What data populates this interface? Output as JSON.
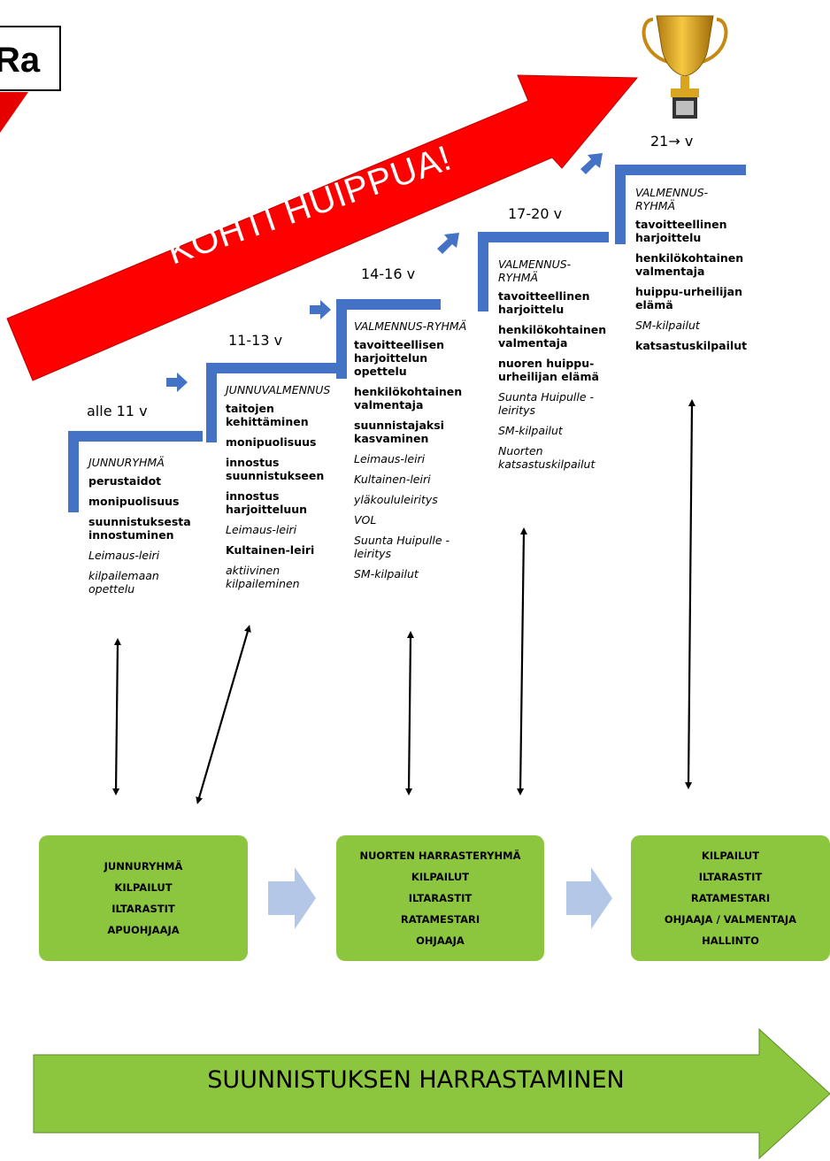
{
  "logo": {
    "text": "Ra"
  },
  "banner": {
    "text": "KOHTI HUIPPUA!"
  },
  "steps": [
    {
      "age": "alle 11 v",
      "items": [
        {
          "t": "JUNNURYHMÄ",
          "s": "hd"
        },
        {
          "t": "perustaidot",
          "s": "b"
        },
        {
          "t": "monipuolisuus",
          "s": "b"
        },
        {
          "t": "suunnistuksesta innostuminen",
          "s": "b"
        },
        {
          "t": "Leimaus-leiri",
          "s": "i"
        },
        {
          "t": "kilpailemaan opettelu",
          "s": "i"
        }
      ]
    },
    {
      "age": "11-13 v",
      "items": [
        {
          "t": "JUNNUVALMENNUS",
          "s": "hd"
        },
        {
          "t": "taitojen kehittäminen",
          "s": "b"
        },
        {
          "t": "monipuolisuus",
          "s": "b"
        },
        {
          "t": "innostus suunnistukseen",
          "s": "b"
        },
        {
          "t": "innostus harjoitteluun",
          "s": "b"
        },
        {
          "t": "Leimaus-leiri",
          "s": "i"
        },
        {
          "t": "Kultainen-leiri",
          "s": "b"
        },
        {
          "t": "aktiivinen kilpaileminen",
          "s": "i"
        }
      ]
    },
    {
      "age": "14-16 v",
      "items": [
        {
          "t": "VALMENNUS-RYHMÄ",
          "s": "hd"
        },
        {
          "t": "tavoitteellisen harjoittelun opettelu",
          "s": "b"
        },
        {
          "t": "henkilökohtainen valmentaja",
          "s": "b"
        },
        {
          "t": "suunnistajaksi kasvaminen",
          "s": "b"
        },
        {
          "t": "Leimaus-leiri",
          "s": "i"
        },
        {
          "t": "Kultainen-leiri",
          "s": "i"
        },
        {
          "t": "yläkoululeiritys",
          "s": "i"
        },
        {
          "t": "VOL",
          "s": "i"
        },
        {
          "t": "Suunta Huipulle -leiritys",
          "s": "i"
        },
        {
          "t": "SM-kilpailut",
          "s": "i"
        }
      ]
    },
    {
      "age": "17-20 v",
      "items": [
        {
          "t": "VALMENNUS-RYHMÄ",
          "s": "hd"
        },
        {
          "t": "tavoitteellinen harjoittelu",
          "s": "b"
        },
        {
          "t": "henkilökohtainen valmentaja",
          "s": "b"
        },
        {
          "t": "nuoren huippu-urheilijan elämä",
          "s": "b"
        },
        {
          "t": "Suunta Huipulle -leiritys",
          "s": "i"
        },
        {
          "t": "SM-kilpailut",
          "s": "i"
        },
        {
          "t": "Nuorten katsastuskilpailut",
          "s": "i"
        }
      ]
    },
    {
      "age": "21→ v",
      "items": [
        {
          "t": "VALMENNUS-RYHMÄ",
          "s": "hd"
        },
        {
          "t": "tavoitteellinen harjoittelu",
          "s": "b"
        },
        {
          "t": "henkilökohtainen valmentaja",
          "s": "b"
        },
        {
          "t": "huippu-urheilijan elämä",
          "s": "b"
        },
        {
          "t": "SM-kilpailut",
          "s": "i"
        },
        {
          "t": "katsastuskilpailut",
          "s": "b"
        }
      ]
    }
  ],
  "boxes": [
    {
      "lines": [
        "JUNNURYHMÄ",
        "KILPAILUT",
        "ILTARASTIT",
        "APUOHJAAJA"
      ]
    },
    {
      "lines": [
        "NUORTEN HARRASTERYHMÄ",
        "KILPAILUT",
        "ILTARASTIT",
        "RATAMESTARI",
        "OHJAAJA"
      ]
    },
    {
      "lines": [
        "KILPAILUT",
        "ILTARASTIT",
        "RATAMESTARI",
        "OHJAAJA / VALMENTAJA",
        "HALLINTO"
      ]
    }
  ],
  "bottom": {
    "text": "SUUNNISTUKSEN HARRASTAMINEN"
  },
  "colors": {
    "stair": "#4472c4",
    "red": "#ff0000",
    "green": "#8cc63f",
    "pale_arrow": "#b4c7e7"
  }
}
